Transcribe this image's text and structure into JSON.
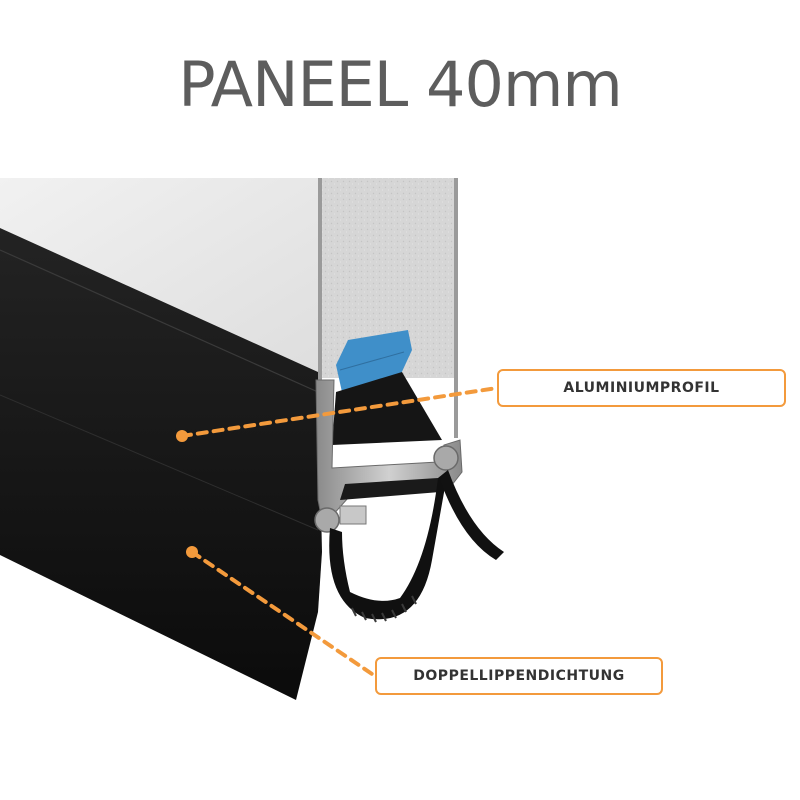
{
  "title": "PANEEL 40mm",
  "callouts": [
    {
      "label": "ALUMINIUMPROFIL"
    },
    {
      "label": "DOPPELLIPPENDICHTUNG"
    }
  ],
  "colors": {
    "accent": "#f39a3c",
    "title_text": "#5d5d5d",
    "panel_face": "#e6e6e6",
    "insulation": "#d9d9d9",
    "seal_black": "#111111",
    "aluminium": "#b4b4b4",
    "foam_blue": "#3f8fc9"
  }
}
